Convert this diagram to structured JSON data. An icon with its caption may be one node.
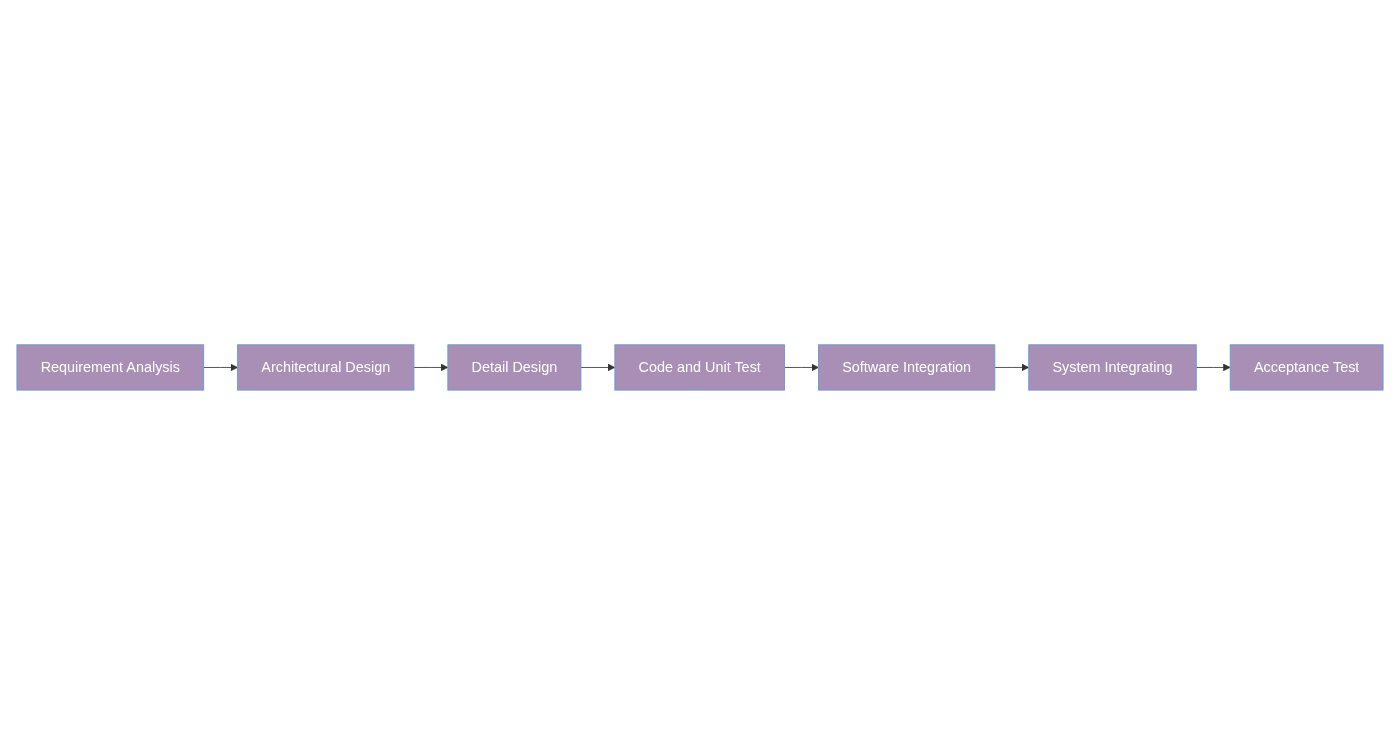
{
  "diagram": {
    "nodes": [
      {
        "text": [
          "Requirement Analysis"
        ]
      },
      {
        "text": [
          "Architectural Design"
        ]
      },
      {
        "text": [
          "Detail Design"
        ]
      },
      {
        "text": [
          "Code and Unit Test"
        ]
      },
      {
        "text": [
          "Software Integration"
        ]
      },
      {
        "text": [
          "System Integrating"
        ]
      },
      {
        "text": [
          "Acceptance Test"
        ]
      }
    ],
    "edges": [
      {
        "from": 0,
        "to": 1,
        "arrow": "to"
      },
      {
        "from": 1,
        "to": 2,
        "arrow": "to"
      },
      {
        "from": 2,
        "to": 3,
        "arrow": "to"
      },
      {
        "from": 3,
        "to": 4,
        "arrow": "to"
      },
      {
        "from": 4,
        "to": 5,
        "arrow": "to"
      },
      {
        "from": 5,
        "to": 6,
        "arrow": "to"
      }
    ]
  }
}
